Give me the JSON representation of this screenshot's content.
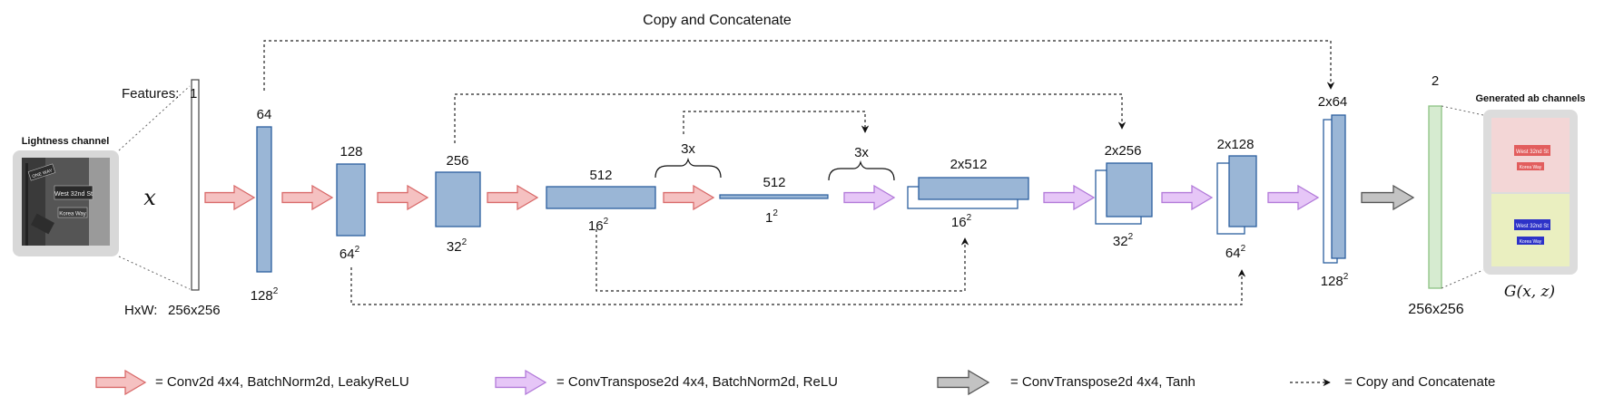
{
  "top_label": "Copy and Concatenate",
  "input": {
    "caption": "Lightness channel",
    "symbol": "x",
    "features_label": "Features:",
    "features_value": "1",
    "size_label": "HxW:",
    "size_value": "256x256",
    "photo_signs": [
      "West 32nd St",
      "Korea Way",
      "ONE WAY"
    ]
  },
  "encoder": [
    {
      "channels": "64",
      "size": "128",
      "exp": "2"
    },
    {
      "channels": "128",
      "size": "64",
      "exp": "2"
    },
    {
      "channels": "256",
      "size": "32",
      "exp": "2"
    },
    {
      "channels": "512",
      "size": "16",
      "exp": "2"
    },
    {
      "channels": "512",
      "size": "1",
      "exp": "2"
    }
  ],
  "repeat_labels": [
    "3x",
    "3x"
  ],
  "decoder": [
    {
      "channels": "2x512",
      "size": "16",
      "exp": "2"
    },
    {
      "channels": "2x256",
      "size": "32",
      "exp": "2"
    },
    {
      "channels": "2x128",
      "size": "64",
      "exp": "2"
    },
    {
      "channels": "2x64",
      "size": "128",
      "exp": "2"
    }
  ],
  "output": {
    "channels": "2",
    "size": "256x256",
    "caption": "Generated ab channels",
    "formula": "G(x, z)",
    "photo_signs": [
      "West 32nd St",
      "Korea Way"
    ]
  },
  "legend": [
    {
      "kind": "conv",
      "label": "= Conv2d 4x4, BatchNorm2d, LeakyReLU"
    },
    {
      "kind": "convT",
      "label": "= ConvTranspose2d 4x4, BatchNorm2d, ReLU"
    },
    {
      "kind": "final",
      "label": "= ConvTranspose2d 4x4, Tanh"
    },
    {
      "kind": "skip",
      "label": "= Copy and Concatenate"
    }
  ],
  "colors": {
    "block_fill": "#9ab6d6",
    "block_stroke": "#2b5f9e",
    "conv_arrow_fill": "#f5c1c1",
    "conv_arrow_stroke": "#d96a6a",
    "convT_arrow_fill": "#e6c6f7",
    "convT_arrow_stroke": "#b27ad9",
    "final_arrow_fill": "#c3c3c3",
    "final_arrow_stroke": "#555555",
    "output_layer_fill": "#d6ebd0",
    "output_layer_stroke": "#8cc283"
  }
}
